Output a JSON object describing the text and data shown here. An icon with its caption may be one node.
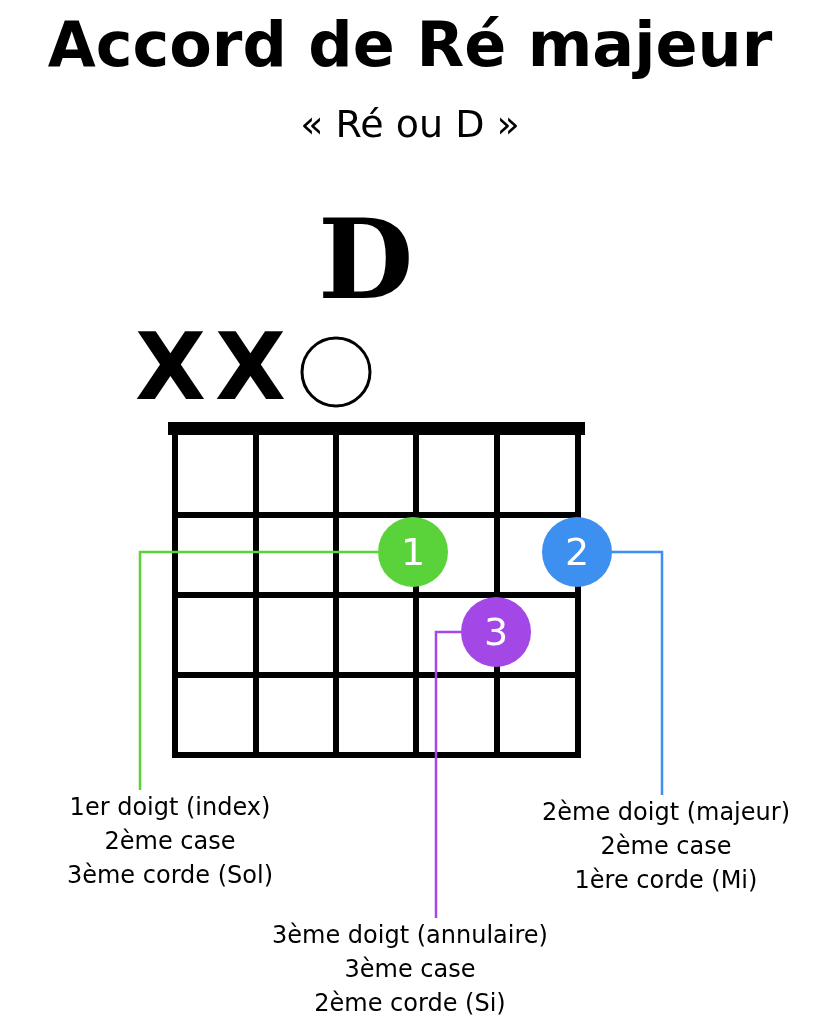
{
  "diagram": {
    "title": "Accord de Ré majeur",
    "nodes": [
      {
        "text": [
          "1"
        ]
      },
      {
        "text": [
          "2"
        ]
      },
      {
        "text": [
          "3"
        ]
      },
      {
        "text": [
          "1er doigt (index)",
          "2ème case",
          "3ème corde (Sol)"
        ]
      },
      {
        "text": [
          "2ème doigt (majeur)",
          "2ème case",
          "1ère corde (Mi)"
        ]
      },
      {
        "text": [
          "3ème doigt (annulaire)",
          "3ème case",
          "2ème corde (Si)"
        ]
      }
    ],
    "edges": [
      {
        "from": 3,
        "to": 0,
        "arrow": "none",
        "color": "#5ad33b"
      },
      {
        "from": 4,
        "to": 1,
        "arrow": "none",
        "color": "#3d8ff0"
      },
      {
        "from": 5,
        "to": 2,
        "arrow": "none",
        "color": "#a347e6"
      }
    ],
    "labels": [
      "« Ré ou D »",
      "D",
      "X",
      "X"
    ]
  }
}
